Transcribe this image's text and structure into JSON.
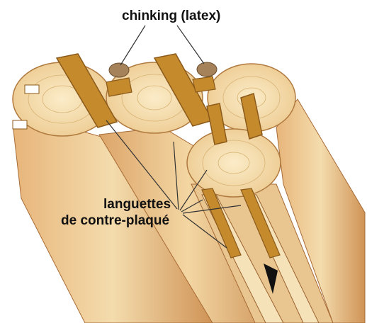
{
  "labels": {
    "chinking": "chinking (latex)",
    "languettes_line1": "languettes",
    "languettes_line2": "de contre-plaqué"
  },
  "colors": {
    "log_light": "#f2d9a6",
    "log_mid": "#e2a968",
    "log_dark": "#b8743c",
    "end_grain": "#f7e3b5",
    "ring": "#d9b376",
    "plywood": "#c48a2c",
    "plywood_edge": "#8c5a1a",
    "chinking": "#a5825a",
    "leader": "#333333"
  }
}
